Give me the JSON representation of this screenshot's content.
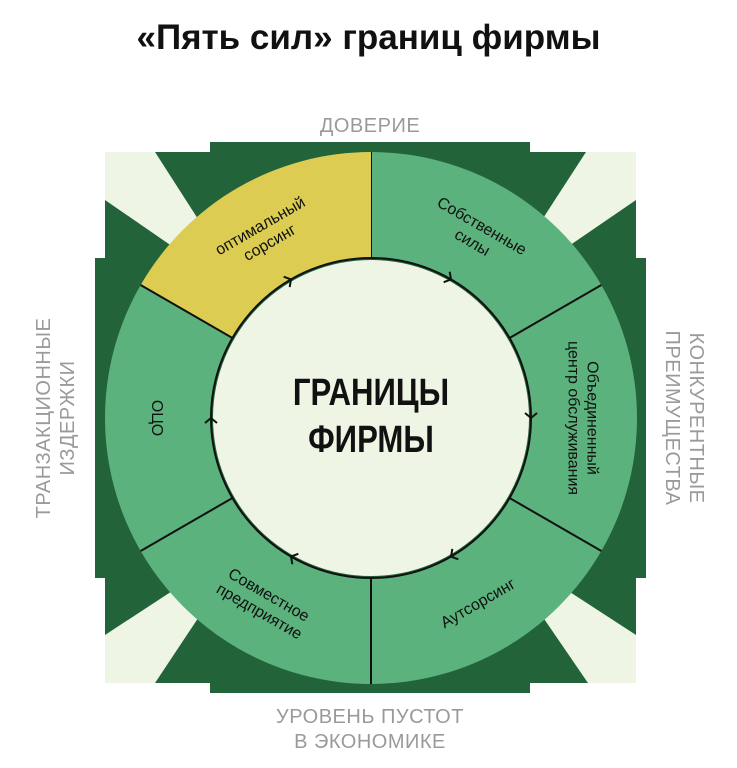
{
  "title": "«Пять сил» границ фирмы",
  "center": {
    "line1": "ГРАНИЦЫ",
    "line2": "ФИРМЫ"
  },
  "sides": {
    "top": "ДОВЕРИЕ",
    "left": "ТРАНЗАКЦИОННЫЕ",
    "left2": "ИЗДЕРЖКИ",
    "right": "КОНКУРЕНТНЫЕ",
    "right2": "ПРЕИМУЩЕСТВА",
    "bottom1": "УРОВЕНЬ ПУСТОТ",
    "bottom2": "В ЭКОНОМИКЕ"
  },
  "colors": {
    "green": "#5bb27c",
    "yellow": "#dccd52",
    "dark": "#22633a",
    "light": "#eff5e5"
  },
  "segments": [
    {
      "lines": [
        "Собственные",
        "силы"
      ],
      "highlight": false
    },
    {
      "lines": [
        "Объединенный",
        "центр обслуживания"
      ],
      "highlight": false
    },
    {
      "lines": [
        "Аутсорсинг"
      ],
      "highlight": false
    },
    {
      "lines": [
        "Совместное",
        "предприятие"
      ],
      "highlight": false
    },
    {
      "lines": [
        "ОЦО"
      ],
      "highlight": false
    },
    {
      "lines": [
        "оптимальный",
        "сорсинг"
      ],
      "highlight": true
    }
  ]
}
